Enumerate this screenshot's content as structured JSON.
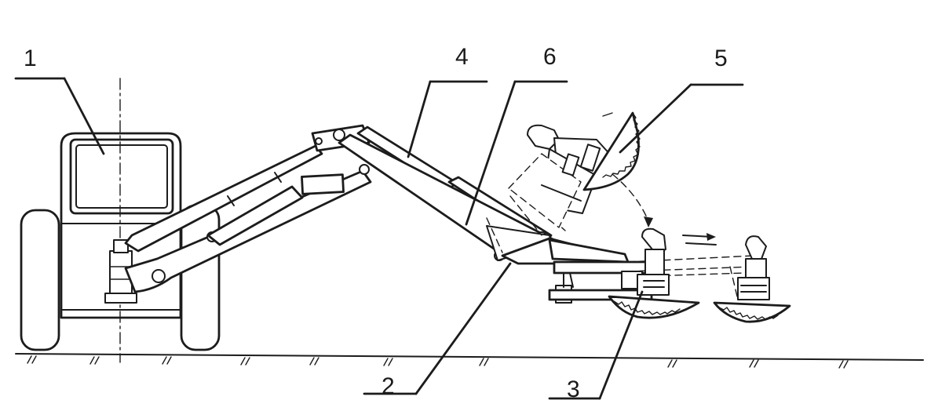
{
  "callouts": {
    "label_1": "1",
    "label_2": "2",
    "label_3": "3",
    "label_4": "4",
    "label_5": "5",
    "label_6": "6"
  },
  "colors": {
    "ink": "#1c1c1c",
    "paper": "#ffffff"
  }
}
